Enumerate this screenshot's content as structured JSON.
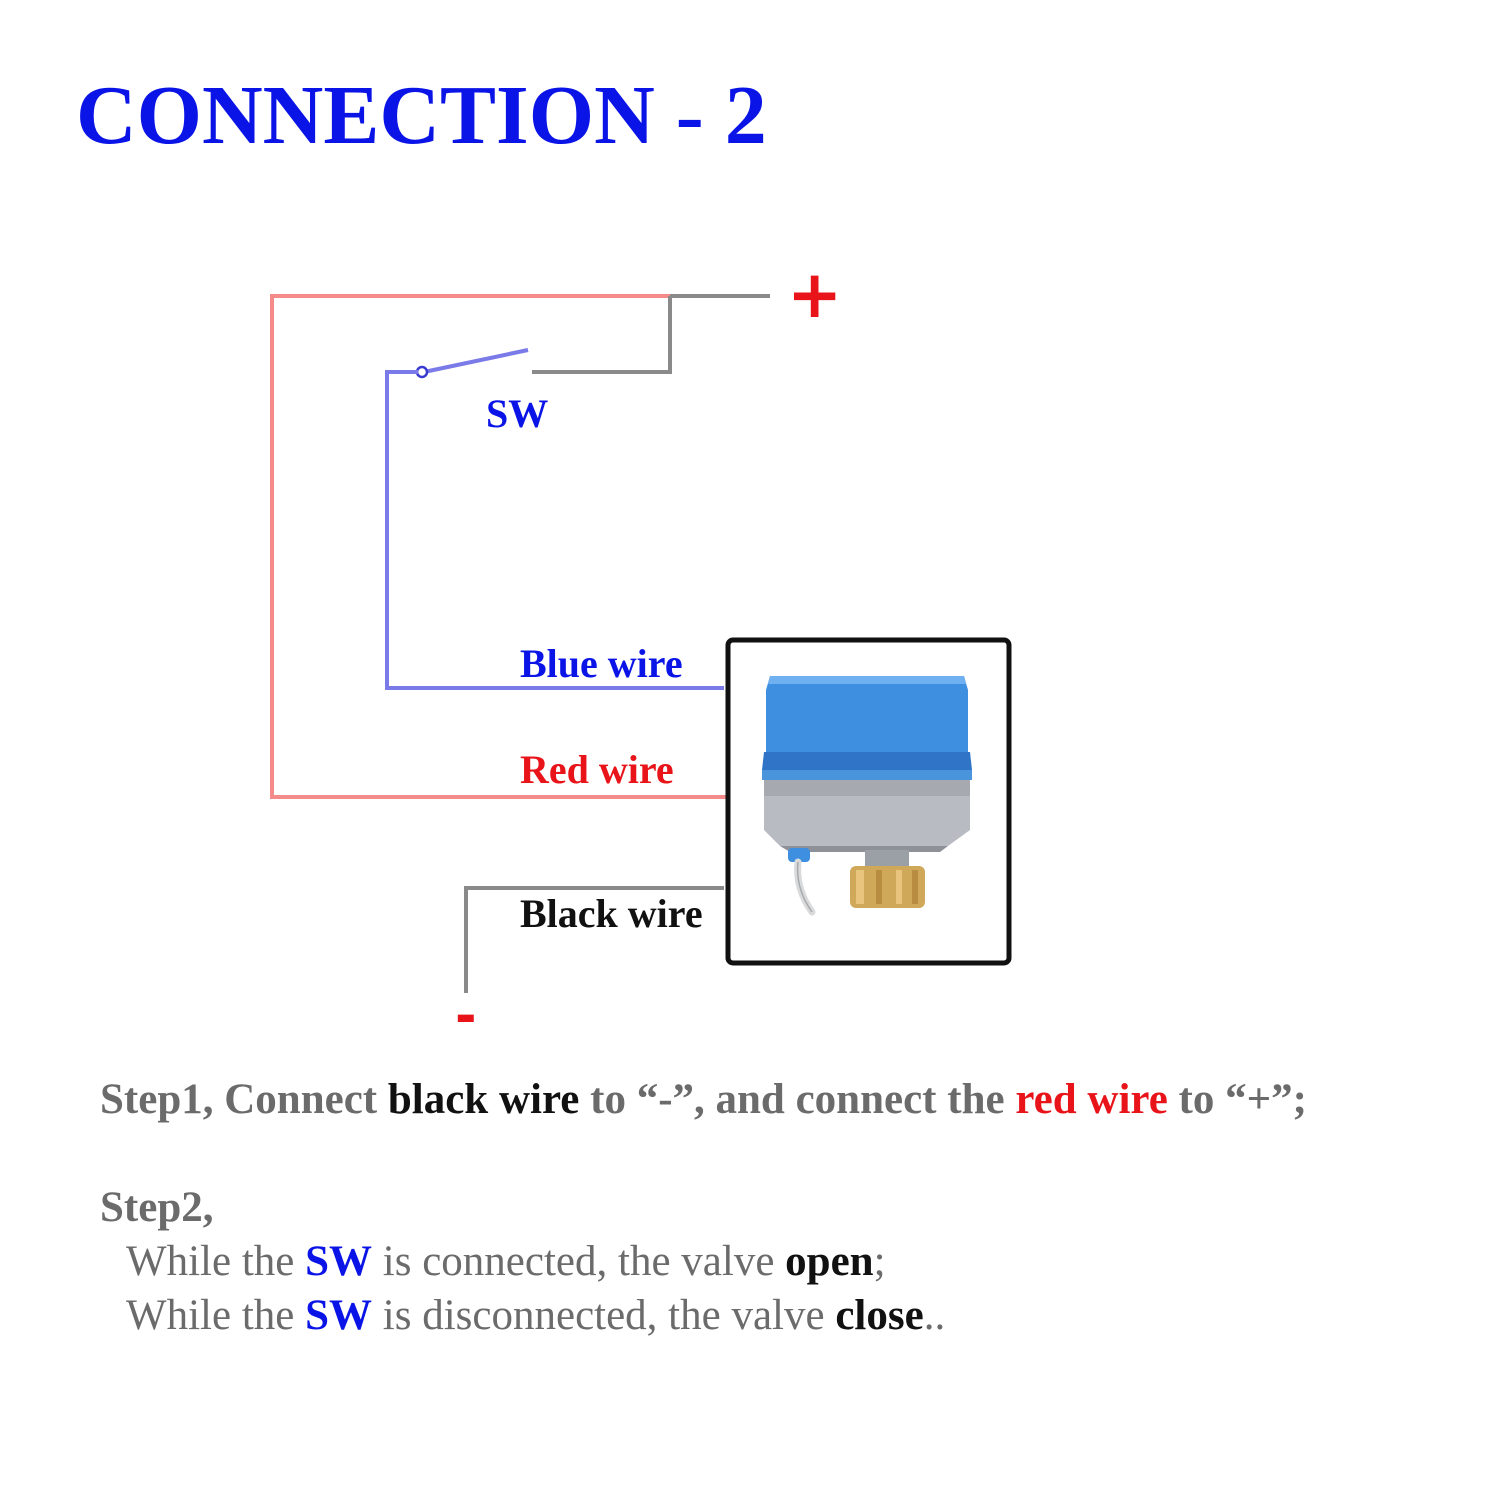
{
  "title": "CONNECTION - 2",
  "colors": {
    "red_wire": "#f48a8a",
    "blue_wire": "#7a7ae8",
    "grey_wire": "#8a8a8a",
    "title": "#0a14e6"
  },
  "diagram": {
    "plus_symbol": "+",
    "minus_symbol": "-",
    "switch_label": "SW",
    "blue_wire_label": "Blue wire",
    "red_wire_label": "Red wire",
    "black_wire_label": "Black wire",
    "device": "motorized-ball-valve-actuator"
  },
  "steps": {
    "step1": {
      "prefix": "Step1, Connect ",
      "black_wire": "black wire",
      "mid": " to “-”, and connect the ",
      "red_wire": "red wire",
      "suffix": " to “+”;"
    },
    "step2": {
      "heading": "Step2,",
      "line1": {
        "a": "While the ",
        "sw": "SW",
        "b": " is connected, the valve ",
        "state": "open",
        "c": ";"
      },
      "line2": {
        "a": "While the ",
        "sw": "SW",
        "b": " is disconnected, the valve ",
        "state": "close",
        "c": ".."
      }
    }
  }
}
